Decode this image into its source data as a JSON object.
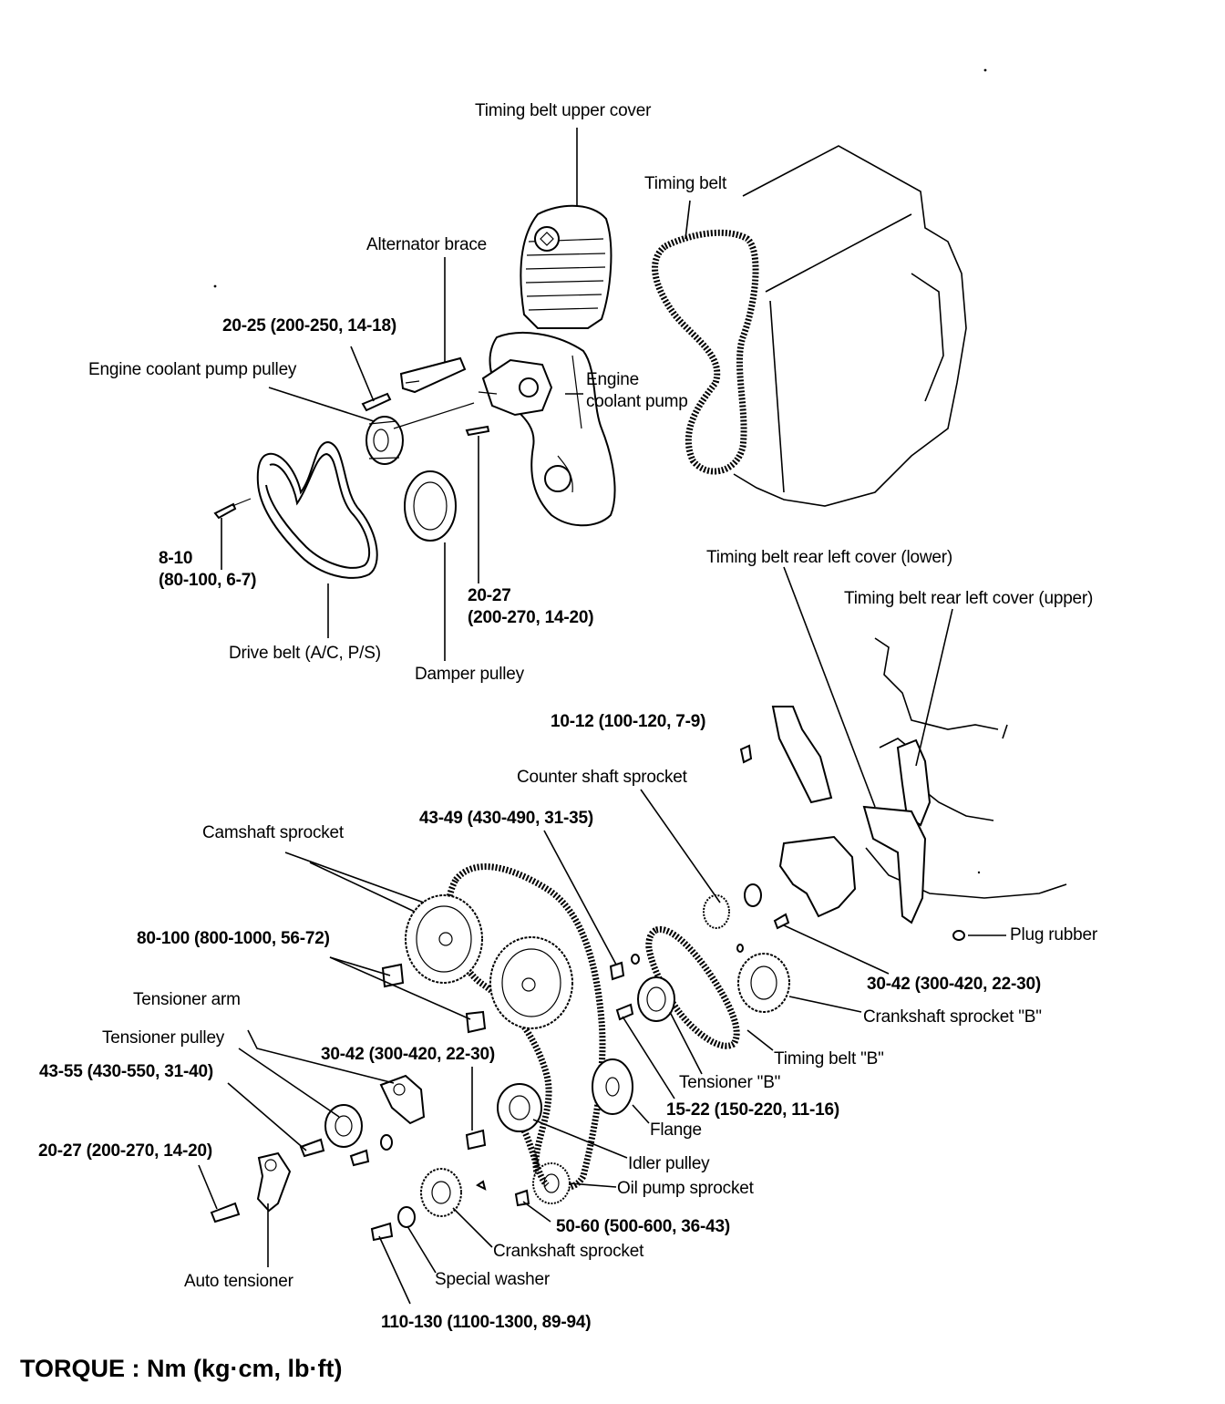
{
  "labels": {
    "timing_belt_upper_cover": "Timing belt upper cover",
    "timing_belt": "Timing belt",
    "alternator_brace": "Alternator brace",
    "torque_alt_brace": "20-25 (200-250, 14-18)",
    "engine_coolant_pump_pulley": "Engine coolant pump pulley",
    "engine_coolant_pump_1": "Engine",
    "engine_coolant_pump_2": "coolant pump",
    "torque_8_10_a": "8-10",
    "torque_8_10_b": "(80-100, 6-7)",
    "torque_20_27_a": "20-27",
    "torque_20_27_b": "(200-270, 14-20)",
    "drive_belt": "Drive belt (A/C, P/S)",
    "damper_pulley": "Damper pulley",
    "rear_left_cover_lower": "Timing belt rear left cover (lower)",
    "rear_left_cover_upper": "Timing belt rear left cover (upper)",
    "torque_10_12": "10-12 (100-120, 7-9)",
    "counter_shaft_sprocket": "Counter shaft sprocket",
    "torque_43_49": "43-49 (430-490, 31-35)",
    "camshaft_sprocket": "Camshaft sprocket",
    "torque_80_100": "80-100 (800-1000, 56-72)",
    "plug_rubber": "Plug rubber",
    "torque_30_42_right": "30-42 (300-420, 22-30)",
    "crankshaft_sprocket_b": "Crankshaft sprocket \"B\"",
    "tensioner_arm": "Tensioner arm",
    "tensioner_pulley": "Tensioner pulley",
    "torque_30_42_mid": "30-42 (300-420, 22-30)",
    "torque_43_55": "43-55 (430-550, 31-40)",
    "timing_belt_b": "Timing belt \"B\"",
    "tensioner_b": "Tensioner \"B\"",
    "torque_15_22": "15-22 (150-220, 11-16)",
    "flange": "Flange",
    "torque_20_27_left": "20-27 (200-270, 14-20)",
    "idler_pulley": "Idler pulley",
    "oil_pump_sprocket": "Oil pump sprocket",
    "torque_50_60": "50-60 (500-600, 36-43)",
    "crankshaft_sprocket": "Crankshaft sprocket",
    "auto_tensioner": "Auto tensioner",
    "special_washer": "Special washer",
    "torque_110_130": "110-130 (1100-1300, 89-94)"
  },
  "footer": {
    "torque_unit": "TORQUE : Nm (kg·cm, lb·ft)"
  }
}
